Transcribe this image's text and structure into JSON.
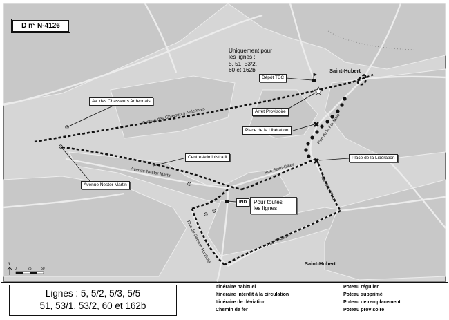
{
  "doc_id": "D n° N-4126",
  "towns": {
    "north": "Saint-Hubert",
    "south": "Saint-Hubert"
  },
  "streets": {
    "chasseurs": "Avenue des Chasseurs Ardennais",
    "nestor": "Avenue Nestor Martin",
    "saint_gilles": "Rue Saint-Gilles",
    "fontaine": "Rue de la Fontaine",
    "dr_haufroid": "Rue du Docteur Haufroid",
    "saint_roch": "Rue Saint Roch",
    "redoute": "Rue Redoute"
  },
  "callouts": {
    "chasseurs": "Av. des Chasseurs Ardennais",
    "nestor": "Avenue Nestor Martin",
    "centre": "Centre Administratif",
    "depot": "Dépôt TEC",
    "arret": "Arrêt Provisoire",
    "liberation_1": "Place de la Libération",
    "liberation_2": "Place de la Libération",
    "ind": "IND"
  },
  "notes": {
    "uniquement": [
      "Uniquement pour",
      "les lignes :",
      "5, 51, 53/2,",
      "60 et 162b"
    ],
    "toutes": [
      "Pour toutes",
      "les lignes"
    ]
  },
  "scale": {
    "north": "N",
    "zero": "0",
    "mid": "25",
    "end": "50"
  },
  "legend": {
    "lines_title": [
      "Lignes : 5, 5/2, 5/3, 5/5",
      "51, 53/1, 53/2, 60 et 162b"
    ],
    "routes": [
      "Itinéraire habituel",
      "Itinéraire interdit à la circulation",
      "Itinéraire de déviation",
      "Chemin de fer"
    ],
    "stops": [
      "Poteau régulier",
      "Poteau supprimé",
      "Poteau de remplacement",
      "Poteau provisoire"
    ]
  },
  "colors": {
    "map_bg": "#d6d6d6",
    "blocks": "#c9c9c9",
    "roads": "#ffffff",
    "route": "#111111"
  }
}
